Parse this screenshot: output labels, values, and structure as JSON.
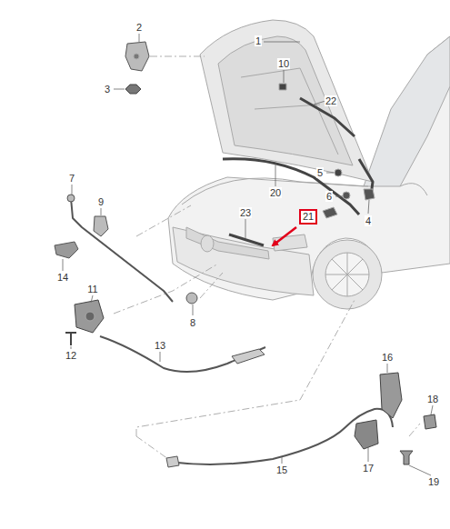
{
  "diagram": {
    "nodes": [
      {
        "text": [
          "21"
        ]
      }
    ],
    "labels": [
      "1",
      "2",
      "3",
      "4",
      "5",
      "6",
      "7",
      "8",
      "9",
      "10",
      "11",
      "12",
      "13",
      "14",
      "15",
      "16",
      "17",
      "18",
      "19",
      "20",
      "22",
      "23"
    ]
  }
}
